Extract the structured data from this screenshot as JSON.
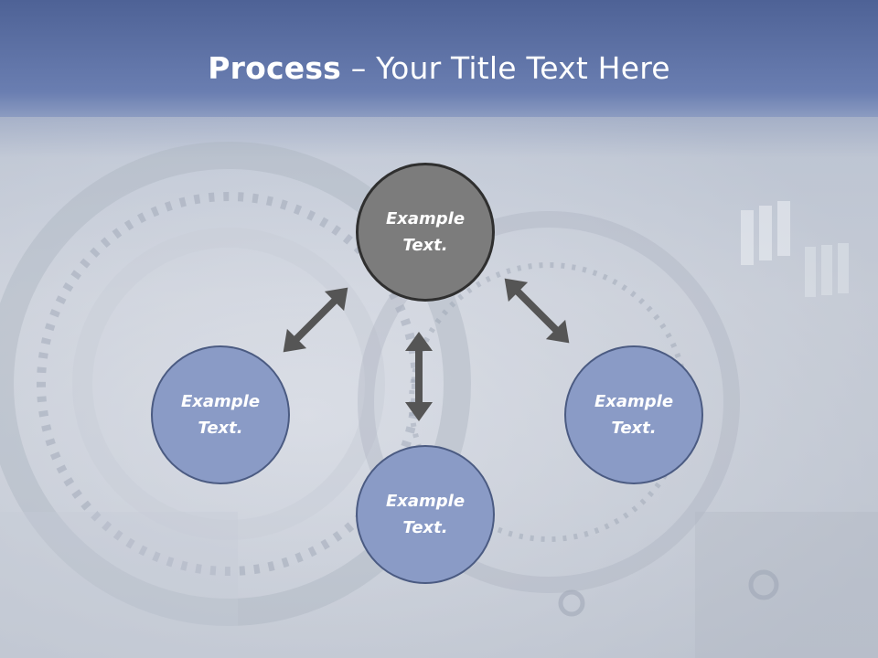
{
  "title": {
    "bold": "Process",
    "rest": " – Your Title Text Here"
  },
  "nodes": {
    "top": {
      "line1": "Example",
      "line2": "Text."
    },
    "left": {
      "line1": "Example",
      "line2": "Text."
    },
    "right": {
      "line1": "Example",
      "line2": "Text."
    },
    "bottom": {
      "line1": "Example",
      "line2": "Text."
    }
  },
  "colors": {
    "header": "#5a6ea3",
    "top_circle": "#7c7c7c",
    "node_circle": "#8a9bc6",
    "arrow": "#555555"
  }
}
